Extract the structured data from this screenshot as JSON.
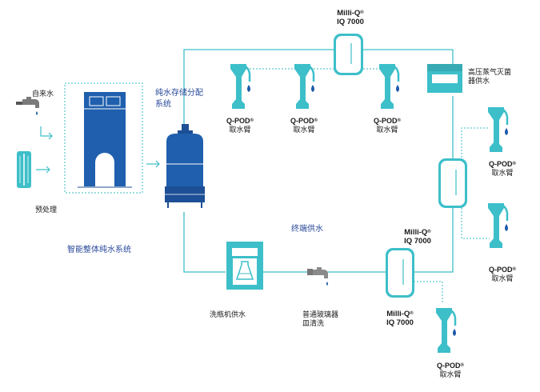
{
  "labels": {
    "tap_water": "自来水",
    "pretreatment": "预处理",
    "integrated_system": "智能整体纯水系统",
    "storage_line1": "纯水存储分配",
    "storage_line2": "系统",
    "terminal_supply": "终端供水",
    "autoclave_line1": "高压蒸气灭菌",
    "autoclave_line2": "器供水",
    "washer": "洗瓶机供水",
    "glassware_line1": "普通玻璃器",
    "glassware_line2": "皿清洗"
  },
  "milli_q": {
    "name": "Milli-Q",
    "mark": "®",
    "model": "IQ 7000"
  },
  "qpod": {
    "name": "Q-POD",
    "mark": "®",
    "caption": "取水臂"
  },
  "colors": {
    "teal": "#3dbfc9",
    "blue": "#1f5fae",
    "dark_blue": "#1d4f96",
    "drop": "#1e5aa8"
  }
}
